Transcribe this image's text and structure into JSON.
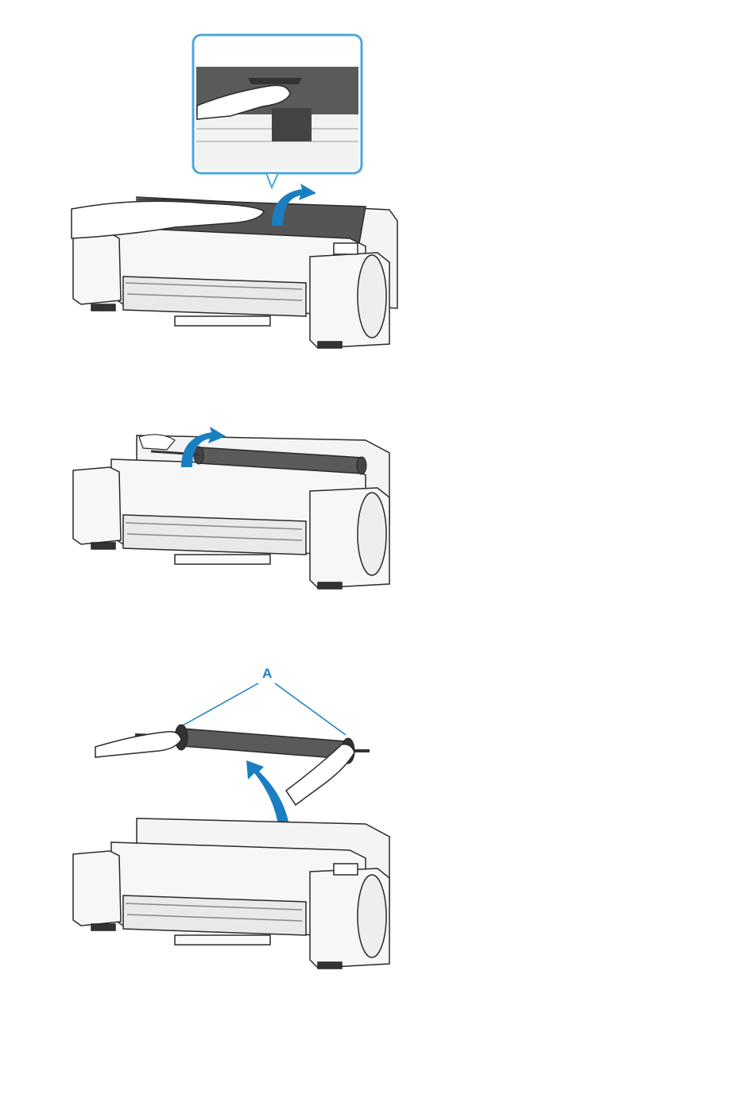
{
  "figures": [
    {
      "id": "step-1",
      "callout": "zoom-inset-front-cover-lever"
    },
    {
      "id": "step-2",
      "callout": ""
    },
    {
      "id": "step-3",
      "callout_label": "A"
    }
  ],
  "colors": {
    "accent": "#1a7fc1",
    "accent_light": "#4aa8dc",
    "outline": "#2a2a2a",
    "panel_dark": "#555555",
    "panel_light": "#f4f4f4"
  },
  "icons": [
    "printer-illustration",
    "hand-illustration",
    "roll-holder-illustration",
    "rotation-arrow",
    "lift-arrow"
  ]
}
